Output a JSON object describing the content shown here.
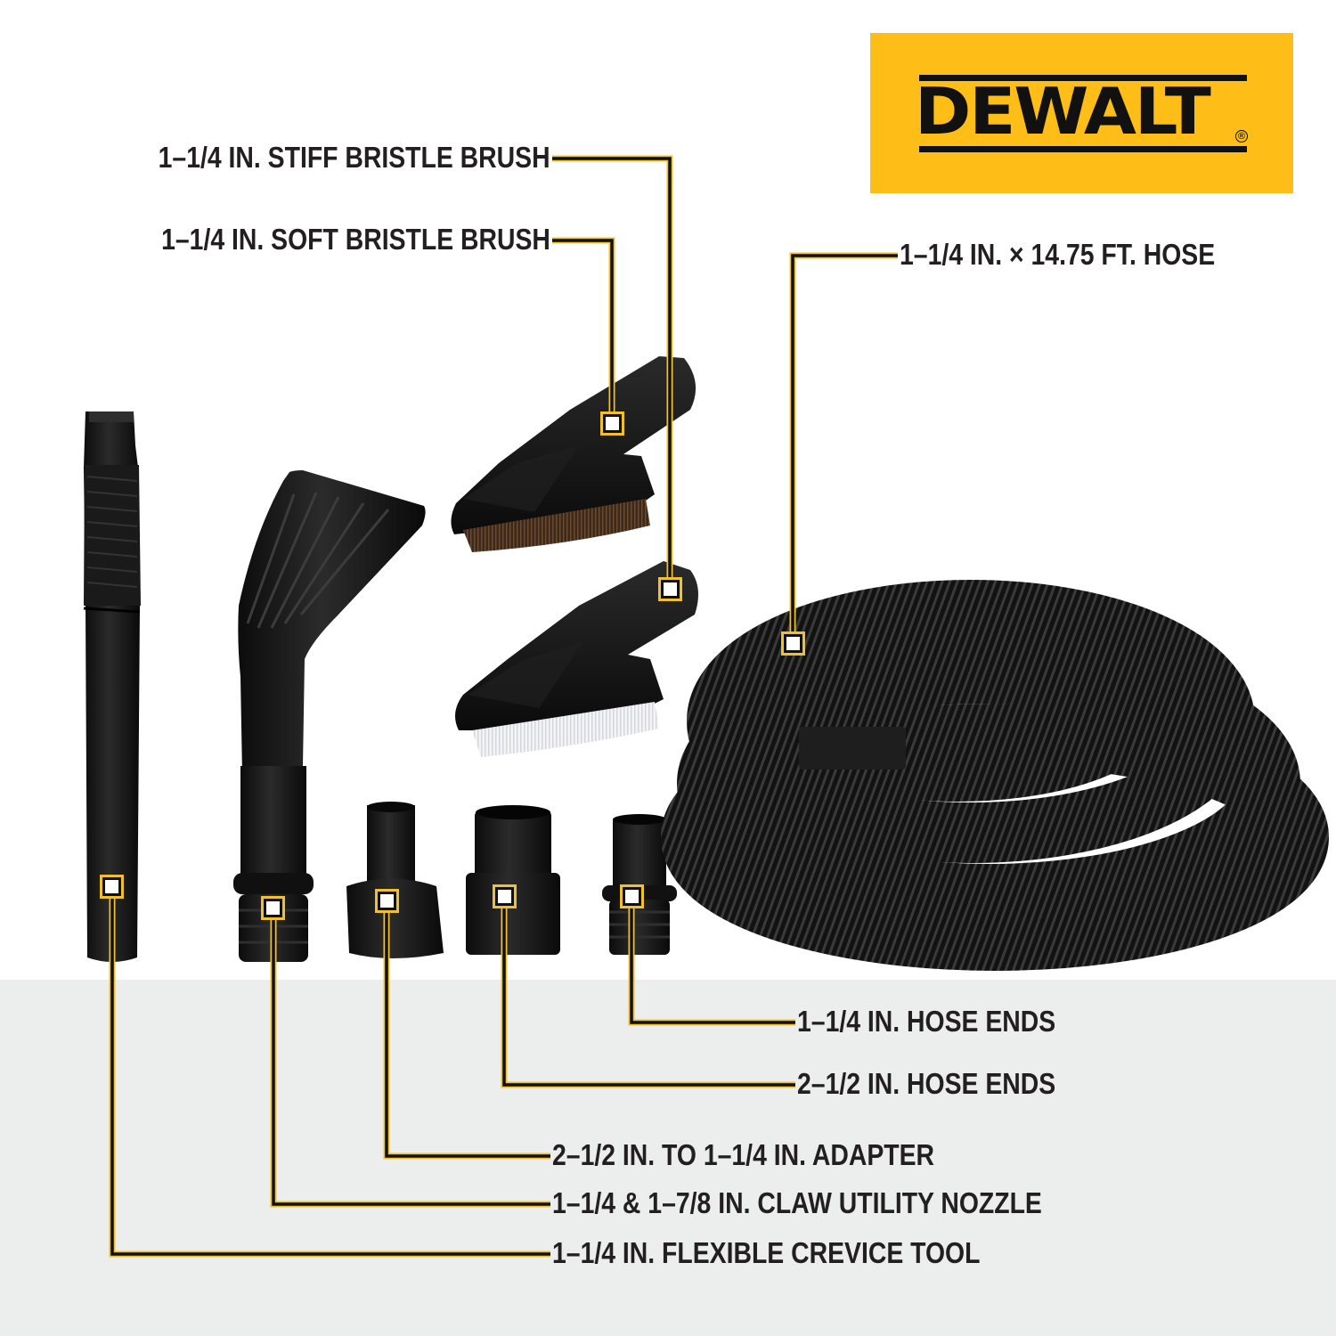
{
  "brand": {
    "name": "DEWALT",
    "registered_mark": "®",
    "colors": {
      "logo_background": "#febd17",
      "logo_text": "#111111",
      "callout_line": "#111111",
      "callout_outline": "#f0c030",
      "label_text": "#231f20",
      "lower_band": "#eceded",
      "background": "#ffffff"
    }
  },
  "callouts": {
    "stiff_brush": "1–1/4 IN. STIFF BRISTLE BRUSH",
    "soft_brush": "1–1/4 IN. SOFT BRISTLE BRUSH",
    "hose": "1–1/4 IN. × 14.75 FT. HOSE",
    "hose_ends_small": "1–1/4 IN. HOSE ENDS",
    "hose_ends_large": "2–1/2 IN. HOSE ENDS",
    "adapter": "2–1/2 IN. TO 1–1/4 IN. ADAPTER",
    "claw_nozzle": "1–1/4 & 1–7/8 IN. CLAW UTILITY NOZZLE",
    "crevice_tool": "1–1/4 IN. FLEXIBLE CREVICE TOOL"
  },
  "products": [
    {
      "id": "crevice_tool",
      "icon": "crevice-tool-icon"
    },
    {
      "id": "claw_nozzle",
      "icon": "claw-nozzle-icon"
    },
    {
      "id": "soft_brush",
      "icon": "soft-brush-icon"
    },
    {
      "id": "stiff_brush",
      "icon": "stiff-brush-icon"
    },
    {
      "id": "adapter",
      "icon": "adapter-icon"
    },
    {
      "id": "hose_ends_large",
      "icon": "hose-end-large-icon"
    },
    {
      "id": "hose_ends_small",
      "icon": "hose-end-small-icon"
    },
    {
      "id": "hose",
      "icon": "coiled-hose-icon"
    }
  ]
}
